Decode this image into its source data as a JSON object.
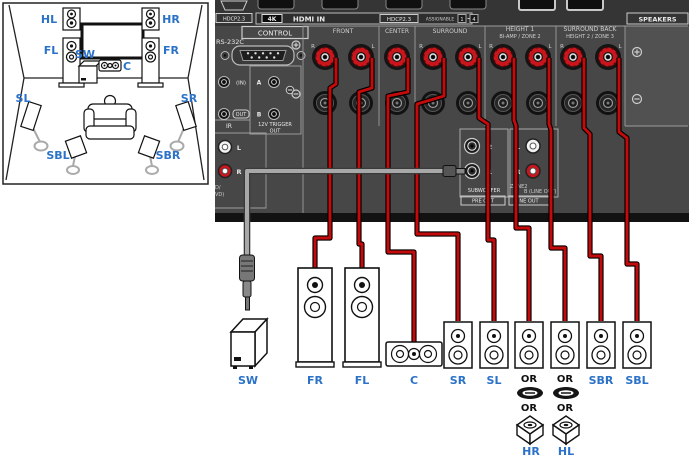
{
  "colors": {
    "accent_blue": "#2b72c8",
    "cable_red": "#c40a0a",
    "panel_gray": "#474747",
    "terminal_red": "#c9151c",
    "sub_cable_gray": "#a8a8a8"
  },
  "room": {
    "hl": "HL",
    "hr": "HR",
    "fl": "FL",
    "fr": "FR",
    "sw": "SW",
    "c": "C",
    "sl": "SL",
    "sr": "SR",
    "sbl": "SBL",
    "sbr": "SBR"
  },
  "receiver": {
    "top": {
      "port_badge": "HDCP2.3",
      "fourk": "4K",
      "hdmi_in": "HDMI IN",
      "hdcp": "HDCP2.3",
      "assignable": "ASSIGNABLE",
      "assign_1": "1",
      "assign_4": "4",
      "speakers": "SPEAKERS"
    },
    "control": {
      "label": "CONTROL",
      "port": "RS-232C"
    },
    "io": {
      "in": "(IN)",
      "out": "OUT",
      "ir": "IR",
      "a": "A",
      "b": "B",
      "trigger1": "12V TRIGGER",
      "trigger2": "OUT",
      "l": "L",
      "r": "R",
      "clip1": "D/",
      "clip2": "VD)"
    },
    "groups": [
      {
        "name": "FRONT",
        "sub": "",
        "r": "R",
        "l": "L"
      },
      {
        "name": "CENTER",
        "sub": ""
      },
      {
        "name": "SURROUND",
        "sub": "",
        "r": "R",
        "l": "L"
      },
      {
        "name": "HEIGHT 1",
        "sub": "BI-AMP / ZONE 2",
        "r": "R",
        "l": "L"
      },
      {
        "name": "SURROUND BACK",
        "sub": "HEIGHT 2 / ZONE 3",
        "r": "R",
        "l": "L"
      }
    ],
    "preout": {
      "jack2": "2",
      "jack1": "1",
      "subwoofer": "SUBWOOFER",
      "pre_out": "PRE OUT",
      "l": "L",
      "r": "R",
      "zone2": "ZONE2",
      "b_line_out": "B (LINE OUT)",
      "line_out": "NE OUT"
    }
  },
  "bottom": {
    "sw": "SW",
    "fr": "FR",
    "fl": "FL",
    "c": "C",
    "sr": "SR",
    "sl": "SL",
    "or_r": "OR",
    "or_l": "OR",
    "sbr": "SBR",
    "sbl": "SBL",
    "or_r2": "OR",
    "or_l2": "OR",
    "hr": "HR",
    "hl": "HL"
  }
}
